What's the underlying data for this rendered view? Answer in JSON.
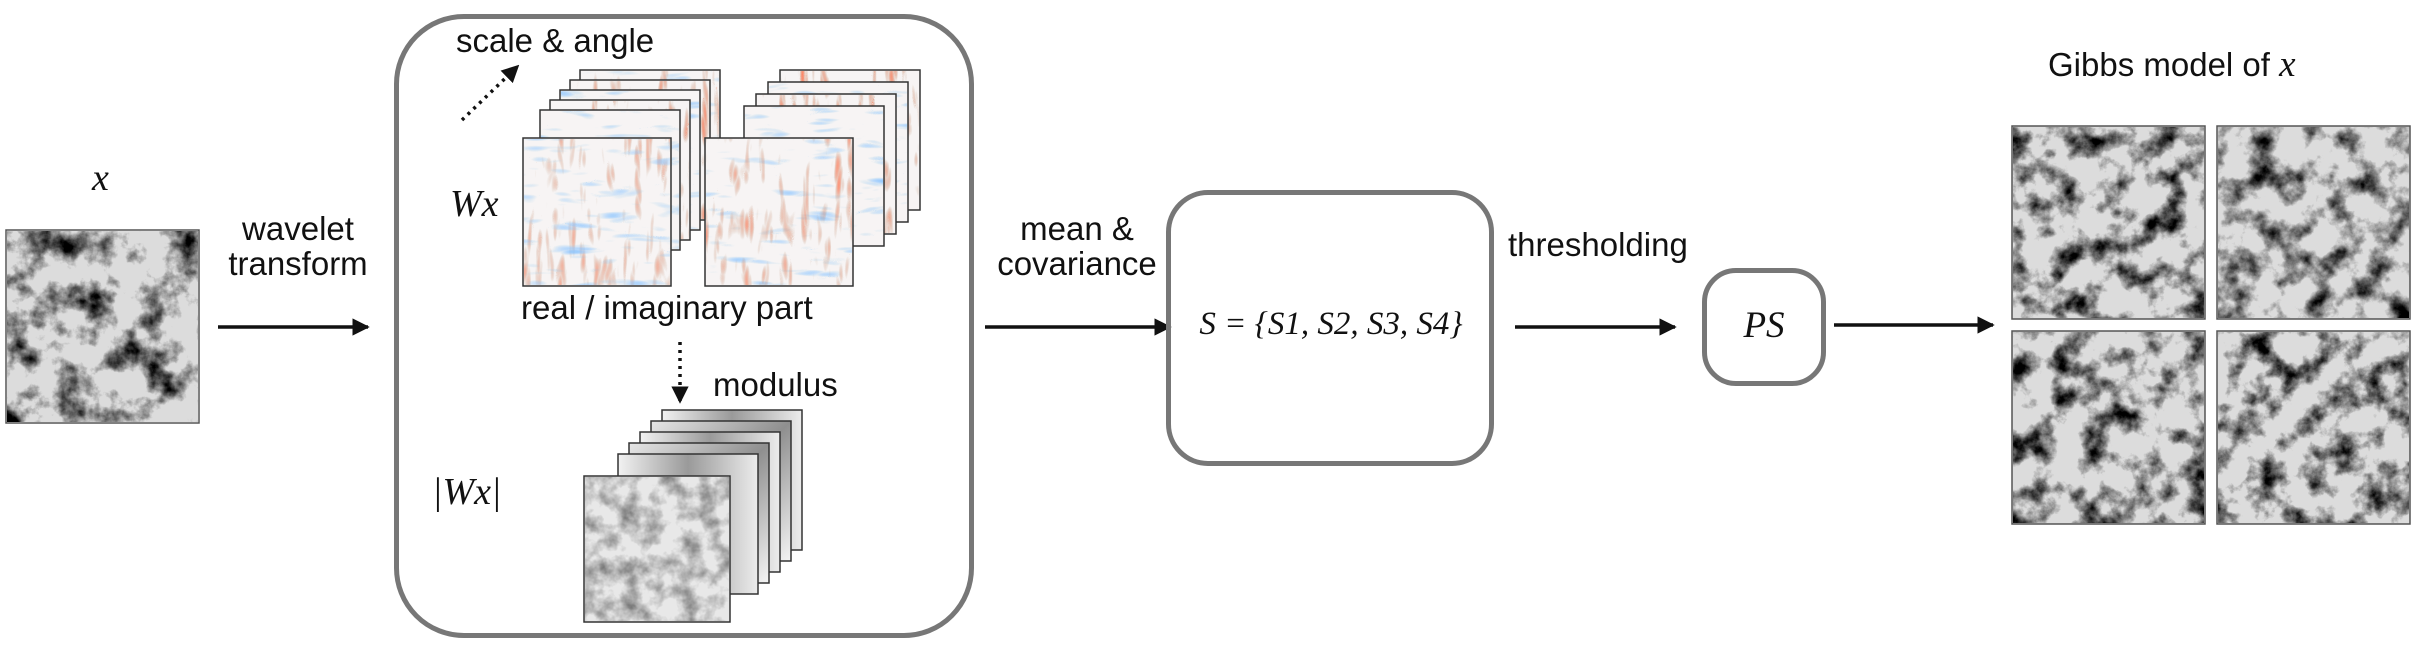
{
  "input": {
    "symbol": "x"
  },
  "steps": {
    "wavelet_label": [
      "wavelet",
      "transform"
    ],
    "mean_cov_label": [
      "mean &",
      "covariance"
    ],
    "threshold_label": "thresholding"
  },
  "wavelet_box": {
    "scale_angle": "scale & angle",
    "wx": "Wx",
    "real_imag": "real / imaginary part",
    "modulus": "modulus",
    "abs_wx": "|Wx|"
  },
  "stats_box": {
    "formula": "S = {S1, S2, S3, S4}"
  },
  "threshold_box": {
    "formula": "PS"
  },
  "output": {
    "title_prefix": "Gibbs model of",
    "title_symbol": "x"
  }
}
